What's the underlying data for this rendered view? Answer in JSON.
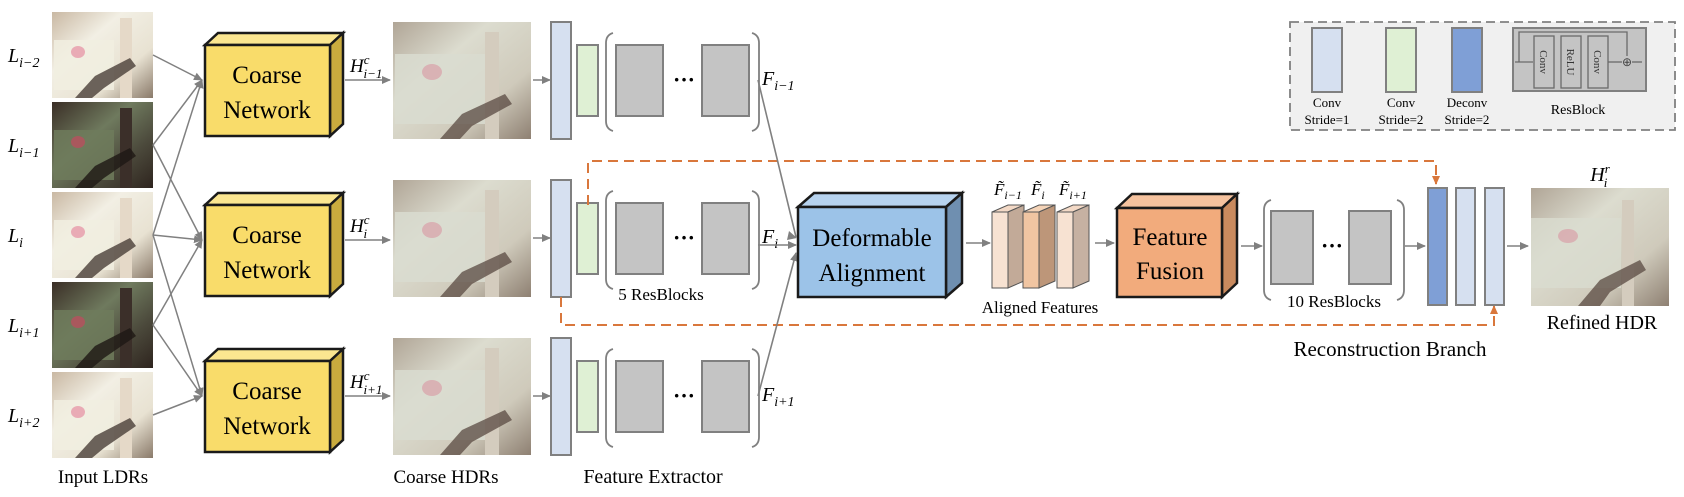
{
  "figure": {
    "input_column": {
      "caption": "Input LDRs",
      "frames": [
        {
          "symbol": "L",
          "subscript": "i−2",
          "exposure": "bright"
        },
        {
          "symbol": "L",
          "subscript": "i−1",
          "exposure": "dark"
        },
        {
          "symbol": "L",
          "subscript": "i",
          "exposure": "bright"
        },
        {
          "symbol": "L",
          "subscript": "i+1",
          "exposure": "dark"
        },
        {
          "symbol": "L",
          "subscript": "i+2",
          "exposure": "bright"
        }
      ]
    },
    "coarse_networks": [
      {
        "line1": "Coarse",
        "line2": "Network",
        "output_symbol": "H",
        "output_sup": "c",
        "output_sub": "i−1"
      },
      {
        "line1": "Coarse",
        "line2": "Network",
        "output_symbol": "H",
        "output_sup": "c",
        "output_sub": "i"
      },
      {
        "line1": "Coarse",
        "line2": "Network",
        "output_symbol": "H",
        "output_sup": "c",
        "output_sub": "i+1"
      }
    ],
    "coarse_hdrs_caption": "Coarse HDRs",
    "feature_extractor": {
      "caption": "Feature Extractor",
      "resblocks_label": "5 ResBlocks",
      "ellipsis": "···",
      "outputs": [
        {
          "symbol": "F",
          "subscript": "i−1"
        },
        {
          "symbol": "F",
          "subscript": "i"
        },
        {
          "symbol": "F",
          "subscript": "i+1"
        }
      ]
    },
    "deformable_alignment": {
      "line1": "Deformable",
      "line2": "Alignment"
    },
    "aligned_features": {
      "caption": "Aligned Features",
      "items": [
        {
          "symbol": "F̃",
          "subscript": "i−1"
        },
        {
          "symbol": "F̃",
          "subscript": "i"
        },
        {
          "symbol": "F̃",
          "subscript": "i+1"
        }
      ]
    },
    "feature_fusion": {
      "line1": "Feature",
      "line2": "Fusion"
    },
    "reconstruction": {
      "caption": "Reconstruction Branch",
      "resblocks_label": "10 ResBlocks",
      "ellipsis": "···"
    },
    "output": {
      "symbol": "H",
      "sup": "r",
      "sub": "i",
      "caption": "Refined HDR"
    },
    "legend": {
      "items": [
        {
          "line1": "Conv",
          "line2": "Stride=1"
        },
        {
          "line1": "Conv",
          "line2": "Stride=2"
        },
        {
          "line1": "Deconv",
          "line2": "Stride=2"
        }
      ],
      "resblock": {
        "caption": "ResBlock",
        "layers": [
          "Conv",
          "ReLU",
          "Conv"
        ],
        "sum_symbol": "⊕"
      }
    },
    "colors": {
      "coarse_network": "#f9dc6a",
      "deformable_alignment": "#9cc3e8",
      "feature_fusion": "#f2ab7c",
      "conv_stride1": "#d6e0f0",
      "conv_stride2": "#dff0d4",
      "deconv_stride2": "#7f9fd6",
      "resblock": "#c4c4c4",
      "skip_connection": "#d9773c",
      "arrow": "#808080",
      "legend_bg": "#f0f0f0"
    }
  }
}
